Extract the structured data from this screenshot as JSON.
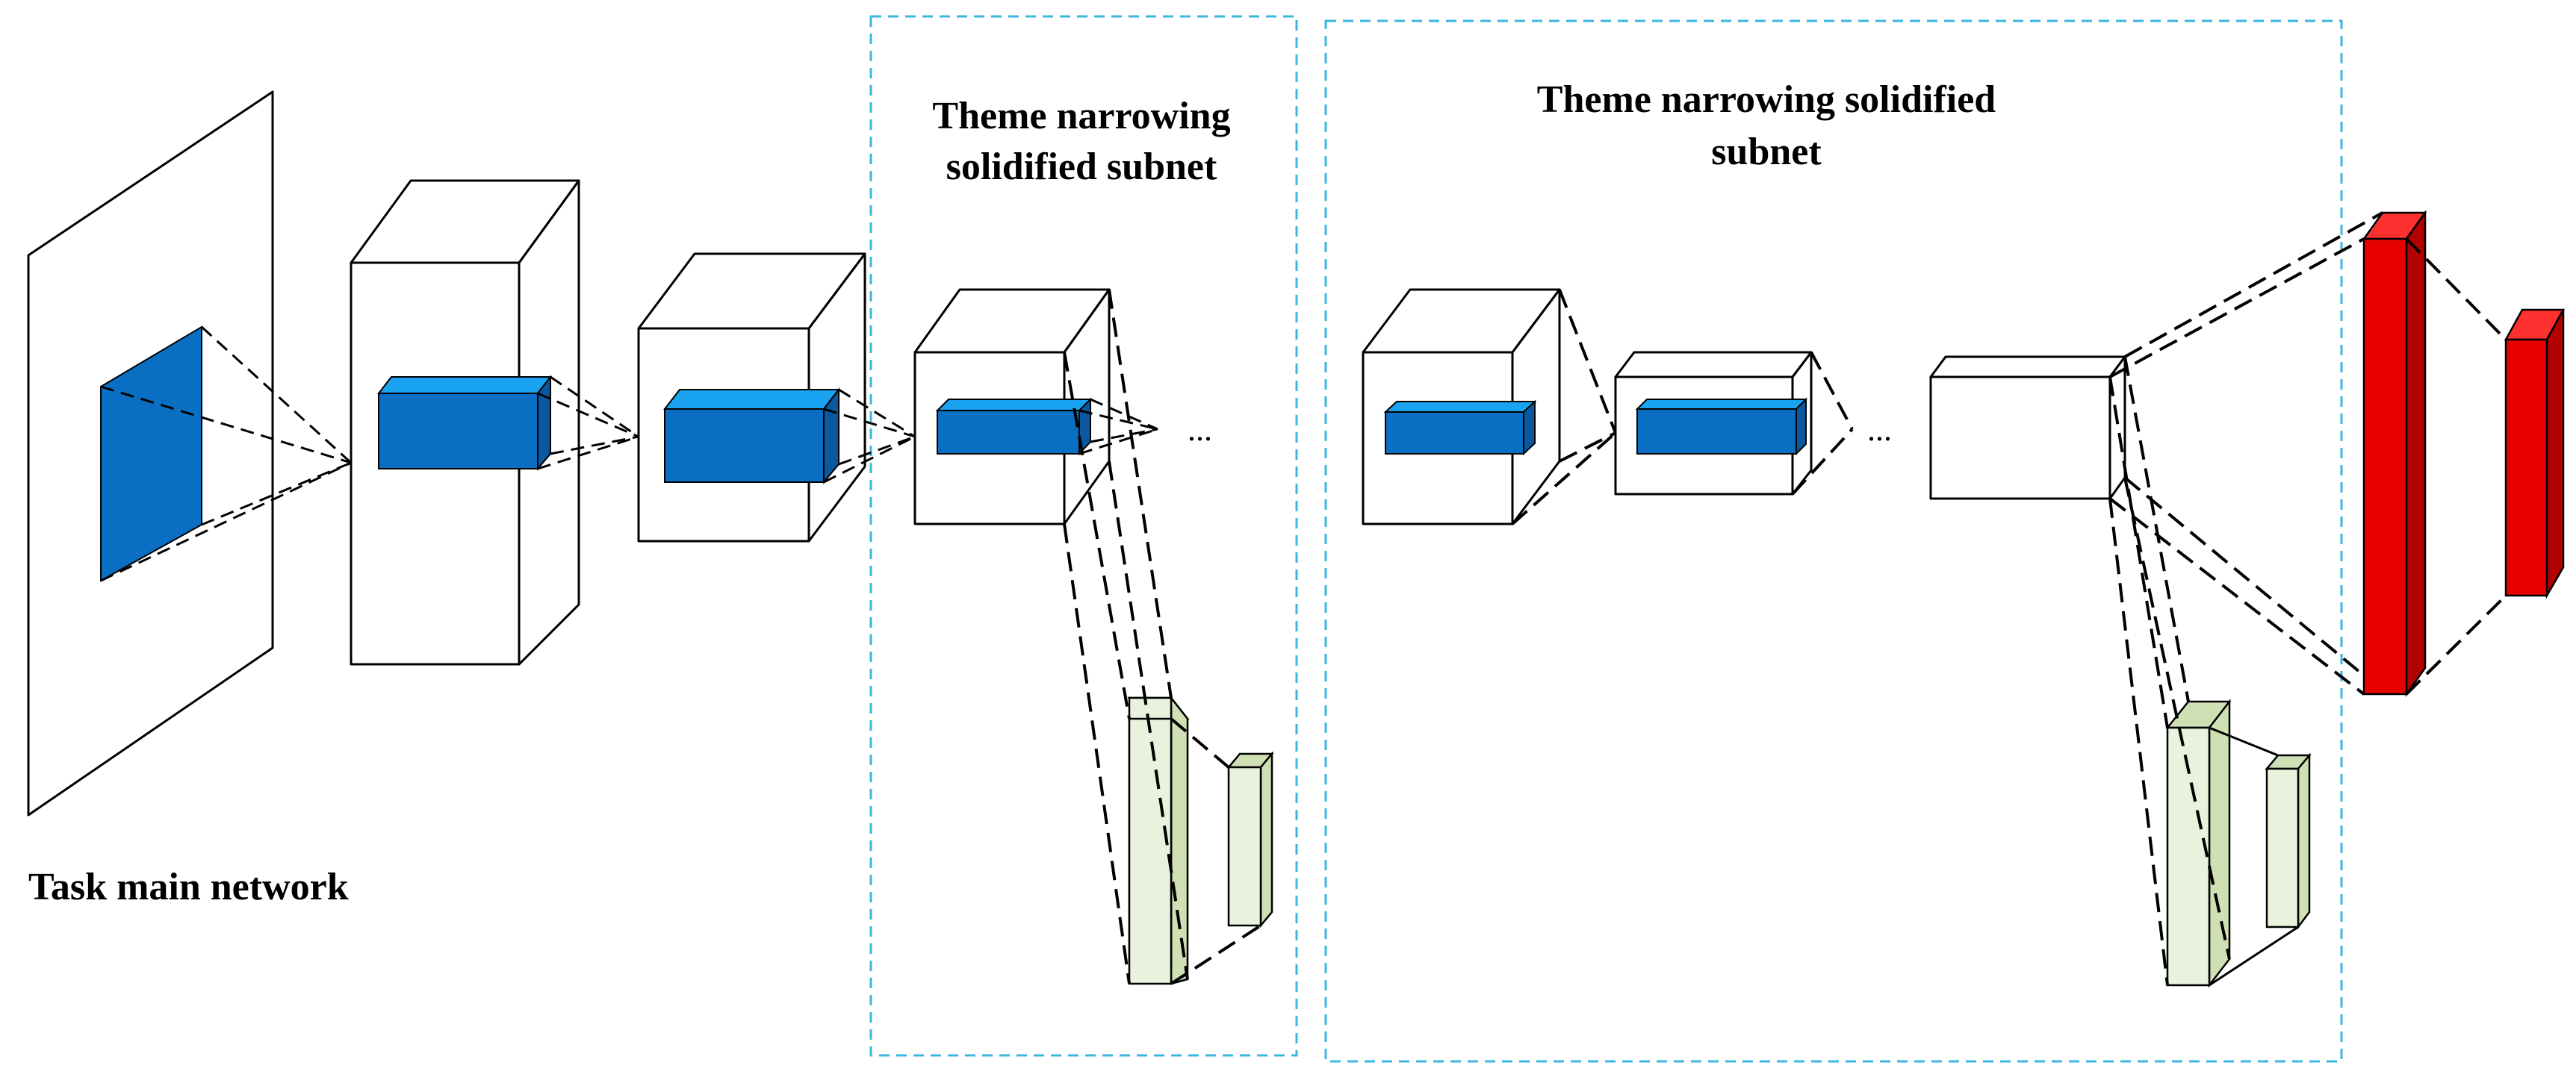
{
  "labels": {
    "task_main_network": "Task main network",
    "subnet1_line1": "Theme narrowing",
    "subnet1_line2": "solidified subnet",
    "subnet2_line1": "Theme narrowing solidified",
    "subnet2_line2": "subnet",
    "ellipsis": "..."
  },
  "colors": {
    "blue_front": "#0a6fc2",
    "blue_top": "#1aa3f0",
    "blue_side": "#0a58a0",
    "red_front": "#e60000",
    "red_top": "#ff3030",
    "red_side": "#b30000",
    "green_front": "#e9f2dc",
    "green_side": "#cfe0b4",
    "region_border": "#3bb7e0"
  }
}
